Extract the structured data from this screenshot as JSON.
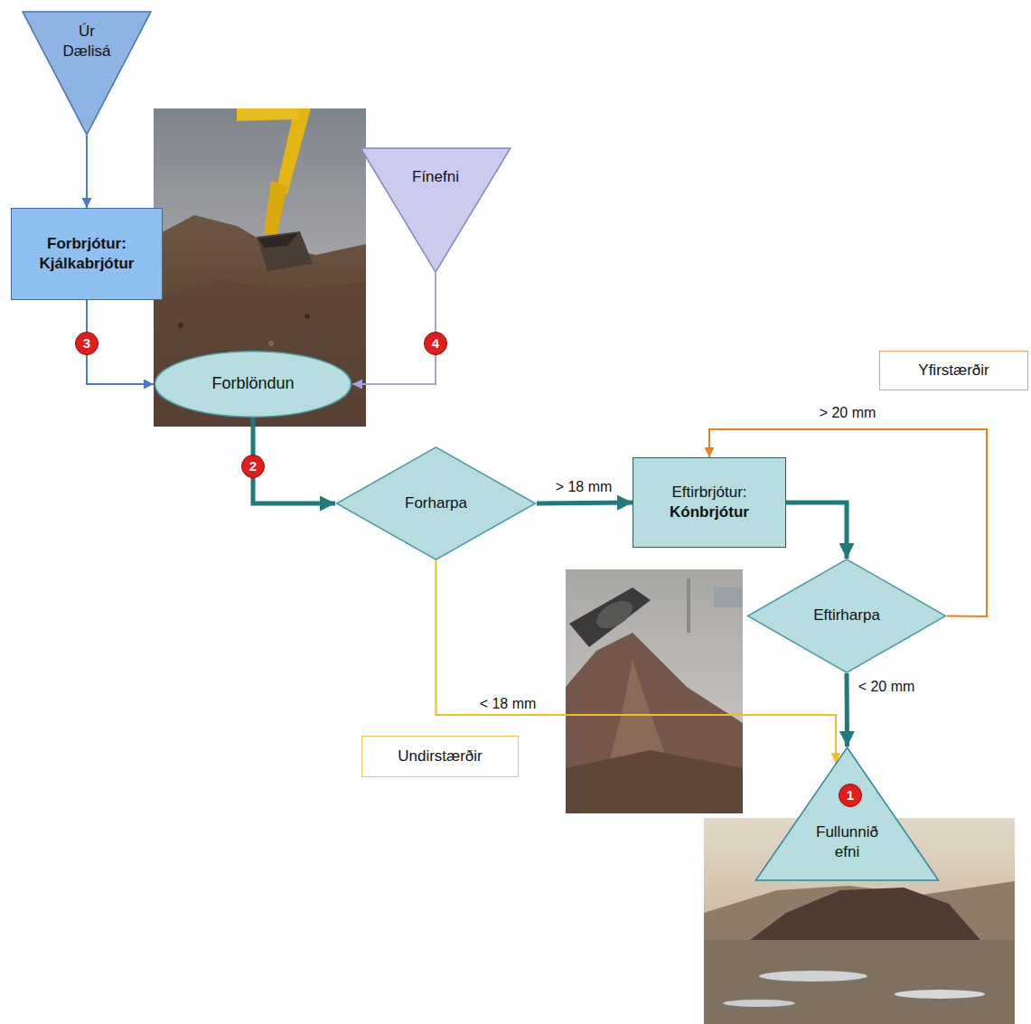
{
  "diagram": {
    "nodes": [
      {
        "text": [
          "Úr Dælisá"
        ]
      },
      {
        "text": [
          "Forbrjótur:",
          "Kjálkabrjótur"
        ]
      },
      {
        "text": [
          "Fínefni"
        ]
      },
      {
        "text": [
          "Forblöndun"
        ]
      },
      {
        "text": [
          "Yfirstærðir"
        ]
      },
      {
        "text": [
          "Forharpa"
        ]
      },
      {
        "text": [
          "Eftirbrjótur:",
          "Kónbrjótur"
        ]
      },
      {
        "text": [
          "Eftirharpa"
        ]
      },
      {
        "text": [
          "Undirstærðir"
        ]
      },
      {
        "text": [
          "Fullunnið efni"
        ]
      }
    ],
    "edges": [
      {
        "from": 0,
        "to": 1,
        "arrow": "to"
      },
      {
        "from": 1,
        "to": 3,
        "arrow": "to"
      },
      {
        "from": 2,
        "to": 3,
        "arrow": "to"
      },
      {
        "from": 3,
        "to": 5,
        "arrow": "to"
      },
      {
        "from": 5,
        "to": 6,
        "label": "> 18 mm",
        "arrow": "to"
      },
      {
        "from": 6,
        "to": 7,
        "arrow": "to"
      },
      {
        "from": 7,
        "to": 6,
        "label": "> 20 mm",
        "arrow": "to"
      },
      {
        "from": 7,
        "to": 9,
        "label": "< 20 mm",
        "arrow": "to"
      },
      {
        "from": 5,
        "to": 9,
        "label": "< 18 mm",
        "arrow": "to"
      }
    ],
    "labels": [
      "3",
      "4",
      "2",
      "1"
    ]
  }
}
